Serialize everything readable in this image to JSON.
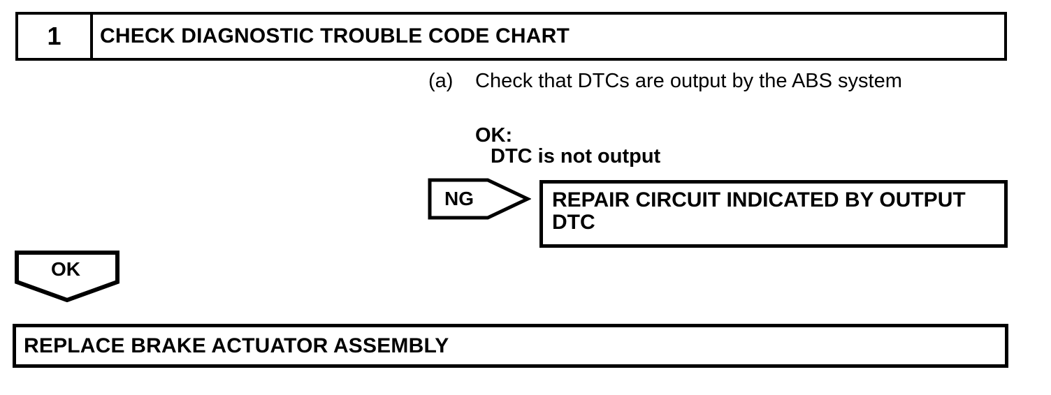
{
  "page": {
    "background_color": "#ffffff",
    "ink_color": "#000000"
  },
  "step": {
    "number": "1",
    "title": "CHECK DIAGNOSTIC TROUBLE CODE CHART"
  },
  "procedure": {
    "marker": "(a)",
    "text": "Check that DTCs are output by the ABS system"
  },
  "criteria": {
    "label": "OK:",
    "condition": "DTC is not output"
  },
  "branches": {
    "ng": {
      "label": "NG",
      "action": "REPAIR CIRCUIT INDICATED BY OUTPUT DTC"
    },
    "ok": {
      "label": "OK",
      "action": "REPLACE BRAKE ACTUATOR ASSEMBLY"
    }
  }
}
